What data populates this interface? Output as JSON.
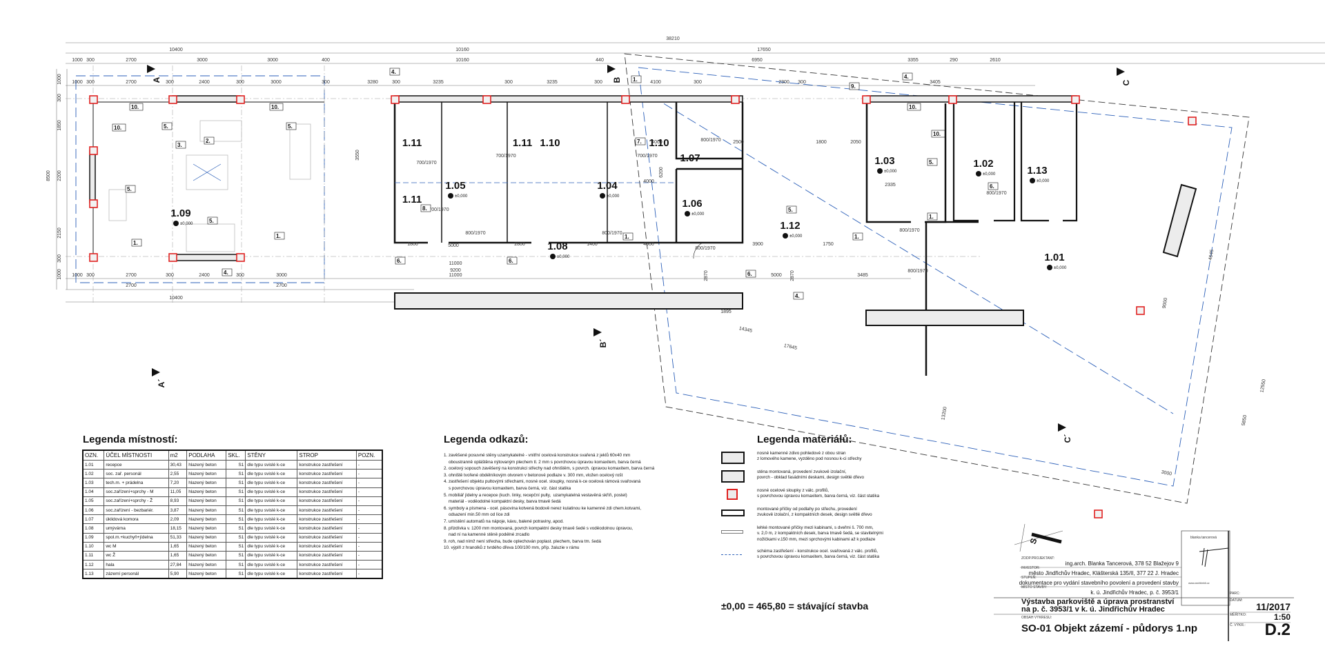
{
  "plan": {
    "dims": [
      "38210",
      "10400",
      "10160",
      "17650",
      "1000",
      "300",
      "2700",
      "3000",
      "3000",
      "400",
      "10160",
      "440",
      "6950",
      "3355",
      "290",
      "2610",
      "1000",
      "300",
      "2700",
      "300",
      "2400",
      "300",
      "3000",
      "300",
      "3280",
      "300",
      "3235",
      "300",
      "3235",
      "300",
      "4100",
      "300",
      "2300",
      "300",
      "3405",
      "1000",
      "300",
      "2700",
      "300",
      "2400",
      "300",
      "3000",
      "11000",
      "5000",
      "3485",
      "2700",
      "2700",
      "10400",
      "8500",
      "1000",
      "300",
      "1850",
      "2200",
      "2150",
      "300",
      "1000",
      "14345",
      "17645",
      "13200",
      "12550",
      "4645",
      "9000",
      "5850",
      "3000",
      "1800",
      "5000",
      "2800",
      "1400",
      "9200",
      "11000",
      "2500",
      "1800",
      "2050",
      "3900",
      "1750",
      "4000",
      "4000",
      "4000",
      "2335",
      "1895",
      "3550",
      "6200",
      "2870",
      "2870"
    ],
    "rooms": [
      {
        "number": "1.09",
        "level": "±0,000"
      },
      {
        "number": "1.11",
        "level": ""
      },
      {
        "number": "1.05",
        "level": "±0,000"
      },
      {
        "number": "1.11",
        "level": ""
      },
      {
        "number": "1.11",
        "level": ""
      },
      {
        "number": "1.10",
        "level": ""
      },
      {
        "number": "1.04",
        "level": "±0,000"
      },
      {
        "number": "1.10",
        "level": ""
      },
      {
        "number": "1.07",
        "level": ""
      },
      {
        "number": "1.06",
        "level": "±0,000"
      },
      {
        "number": "1.08",
        "level": "±0,000"
      },
      {
        "number": "1.12",
        "level": "±0,000"
      },
      {
        "number": "1.03",
        "level": "±0,000"
      },
      {
        "number": "1.02",
        "level": "±0,000"
      },
      {
        "number": "1.13",
        "level": "±0,000"
      },
      {
        "number": "1.01",
        "level": "±0,000"
      }
    ],
    "doors": [
      "700/1970",
      "700/1970",
      "700/1970",
      "700/1970",
      "800/1970",
      "800/1970",
      "800/1970",
      "800/1970",
      "800/1970",
      "800/1970",
      "800/1970"
    ],
    "tags": [
      "10.",
      "10.",
      "10.",
      "5.",
      "5.",
      "3.",
      "2.",
      "5.",
      "5.",
      "1.",
      "1.",
      "4.",
      "4.",
      "8.",
      "6.",
      "6.",
      "7.",
      "1.",
      "9.",
      "4.",
      "10.",
      "10.",
      "5.",
      "6.",
      "1.",
      "1.",
      "5.",
      "6.",
      "4.",
      "1."
    ],
    "sections": [
      "A",
      "A´",
      "B",
      "B´",
      "C",
      "C´"
    ]
  },
  "legend_rooms": {
    "title": "Legenda místností:",
    "headers": [
      "OZN.",
      "ÚČEL MÍSTNOSTI",
      "m2",
      "PODLAHA",
      "SKL.",
      "STĚNY",
      "STROP",
      "POZN."
    ],
    "rows": [
      [
        "1.01",
        "recepce",
        "30,43",
        "hlazený beton",
        "S1",
        "dle typu svislé k-ce",
        "konstrukce zastřešení",
        "-"
      ],
      [
        "1.02",
        "soc. zař. personál",
        "2,55",
        "hlazený beton",
        "S1",
        "dle typu svislé k-ce",
        "konstrukce zastřešení",
        "-"
      ],
      [
        "1.03",
        "tech.m. + prádelna",
        "7,20",
        "hlazený beton",
        "S1",
        "dle typu svislé k-ce",
        "konstrukce zastřešení",
        "-"
      ],
      [
        "1.04",
        "soc.zařízení+sprchy - M",
        "11,05",
        "hlazený beton",
        "S1",
        "dle typu svislé k-ce",
        "konstrukce zastřešení",
        "-"
      ],
      [
        "1.05",
        "soc.zařízení+sprchy - Ž",
        "8,93",
        "hlazený beton",
        "S1",
        "dle typu svislé k-ce",
        "konstrukce zastřešení",
        "-"
      ],
      [
        "1.06",
        "soc.zařízení - bezbariér.",
        "3,87",
        "hlazený beton",
        "S1",
        "dle typu svislé k-ce",
        "konstrukce zastřešení",
        "-"
      ],
      [
        "1.07",
        "úklidová komora",
        "2,09",
        "hlazený beton",
        "S1",
        "dle typu svislé k-ce",
        "konstrukce zastřešení",
        "-"
      ],
      [
        "1.08",
        "umývárna",
        "18,15",
        "hlazený beton",
        "S1",
        "dle typu svislé k-ce",
        "konstrukce zastřešení",
        "-"
      ],
      [
        "1.09",
        "spol.m.+kuchyň+jídelna",
        "51,33",
        "hlazený beton",
        "S1",
        "dle typu svislé k-ce",
        "konstrukce zastřešení",
        "-"
      ],
      [
        "1.10",
        "wc M",
        "1,65",
        "hlazený beton",
        "S1",
        "dle typu svislé k-ce",
        "konstrukce zastřešení",
        "-"
      ],
      [
        "1.11",
        "wc Ž",
        "1,65",
        "hlazený beton",
        "S1",
        "dle typu svislé k-ce",
        "konstrukce zastřešení",
        "-"
      ],
      [
        "1.12",
        "hala",
        "27,84",
        "hlazený beton",
        "S1",
        "dle typu svislé k-ce",
        "konstrukce zastřešení",
        "-"
      ],
      [
        "1.13",
        "zázemí personál",
        "5,90",
        "hlazený beton",
        "S1",
        "dle typu svislé k-ce",
        "konstrukce zastřešení",
        "-"
      ]
    ]
  },
  "legend_refs": {
    "title": "Legenda odkazů:",
    "lines": [
      "1. zavěšené posuvné stěny uzamykatelné - vnitřní ocelová konstrukce svařená z jeklů 60x40 mm",
      "    oboustranně opláštěna nýtovaným plechem tl. 2 mm s povrchovou úpravou komaxitem, barva černá",
      "2. ocelový sopouch zavěšený na konstrukci střechy nad ohništěm, s povrch. úpravou komaxitem, barva černá",
      "3. ohniště tvořené obdélníkovým otvorem v betonové podlaze v. 300 mm, vložen ocelový rošt",
      "4. zastřešení objektu pultovými střechami, nosné ocel. sloupky, nosná k-ce ocelová rámová svařovaná",
      "    s povrchovou úpravou komaxitem, barva černá, viz. část statika",
      "5. mobiliář jídelny a recepce (kuch. linky, recepční pulty,  uzamykatelná vestavěná skříň, postel)",
      "    materiál - voděodolné kompaktní desky, barva tmavě šedá",
      "6. symboly a písmena - ocel. pásovina kotvená bodově nerez kulatinou ke kamenné zdi chem.kotvami,",
      "    odsazení min.50 mm od líce zdi",
      "7. umístění automatů na nápoje, kávu, balené potraviny, apod.",
      "8. přizdívka v. 1200 mm montovaná, povrch kompaktní desky tmavě šedé s voděodolnou úpravou,",
      "    nad ní na kamenné stěně podélné zrcadlo",
      "9. roh, nad nímž není střecha, bude oplechován poplast. plechem, barva tm. šedá",
      "10. výplň z hranolků z tvrdého dřeva 100/100 mm, příp. žaluzie v rámu"
    ]
  },
  "legend_materials": {
    "title": "Legenda materiálů:",
    "items": [
      {
        "l1": "nosné kamenné zdivo pohledové z obou stran",
        "l2": "z lomového kamene, vyzděno pod nosnou k-ci střechy",
        "l3": ""
      },
      {
        "l1": "stěna montovaná, provedení zvukově izolační,",
        "l2": "povrch - obklad fasádními deskami, design světlé dřevo",
        "l3": ""
      },
      {
        "l1": "nosné ocelové sloupky z válc. profilů,",
        "l2": "s povrchovou úpravou komaxitem, barva černá, viz. část statika",
        "l3": ""
      },
      {
        "l1": "montované příčky od podlahy po střechu, provedení",
        "l2": "zvukově izolační, z kompaktních desek, design světlé dřevo",
        "l3": ""
      },
      {
        "l1": "lehké montované příčky mezi kabinami, s dveřmi š. 700 mm,",
        "l2": "v. 2,0 m, z kompaktních desek, barva tmavě šedá, se stavitelnými",
        "l3": "nožičkami v.150 mm, mezi sprchovými kabinami až k podlaze"
      },
      {
        "l1": "schéma zastřešení - konstrukce ocel. svařovaná z válc. profilů,",
        "l2": "s povrchovou úpravou komaxitem, barva černá, viz. část statika",
        "l3": ""
      }
    ]
  },
  "level_note": "±0,00 = 465,80 = stávající stavba",
  "north_label": "S",
  "title_block": {
    "stamp_name": "blanka tancerová",
    "stamp_web": "www.architekti.cz",
    "designer_label": "ZODP.PROJEKTANT:",
    "designer": "ing.arch. Blanka Tancerová, 378 52 Blažejov 9",
    "investor_label": "INVESTOR:",
    "investor": "město Jindřichův Hradec, Klášterská 135/II, 377 22 J. Hradec",
    "stage_label": "STUPEŇ:",
    "stage": "dokumentace pro vydání stavebního povolení a provedení stavby",
    "site_label": "MÍSTO STAVBY:",
    "site": "k. ú. Jindřichův Hradec, p. č. 3953/1",
    "project_line1": "Výstavba parkoviště a úprava prostranství",
    "project_line2": "na p. č. 3953/1 v k. ú. Jindřichův Hradec",
    "content_label": "OBSAH VÝKRESU:",
    "content": "SO-01 Objekt zázemí - půdorys 1.np",
    "parc_label": "PARC:",
    "date_label": "DATUM:",
    "date": "11/2017",
    "scale_label": "MĚŘÍTKO:",
    "scale": "1:50",
    "drawing_no_label": "Č. VÝKR.:",
    "drawing_no": "D.2"
  },
  "colors": {
    "column": "#e0201f",
    "roof_axis": "#2b5fb8",
    "wall": "#111111"
  }
}
